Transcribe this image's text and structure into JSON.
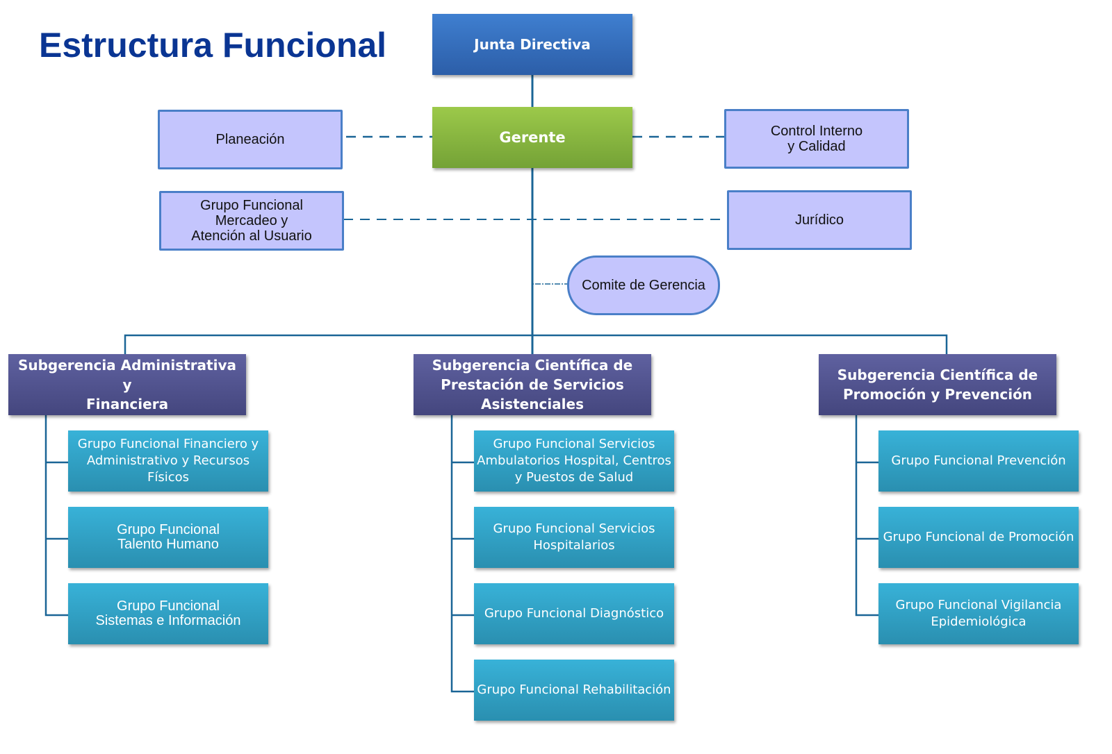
{
  "title": "Estructura Funcional",
  "colors": {
    "title": "#0a3593",
    "connector": "#1a6596",
    "top_box": "#3f7fd0",
    "manager_box": "#9cc94a",
    "staff_box": "#c4c5fd",
    "staff_border": "#4a7fc8",
    "subgerencia_box": "#55578f",
    "grupo_box": "#38b2d8"
  },
  "top": {
    "junta": "Junta Directiva",
    "gerente": "Gerente"
  },
  "staff": {
    "planeacion": "Planeación",
    "control": "Control Interno\ny Calidad",
    "mercadeo": "Grupo Funcional\nMercadeo y\nAtención al Usuario",
    "juridico": "Jurídico",
    "comite": "Comite de Gerencia"
  },
  "subgerencias": [
    {
      "label": "Subgerencia Administrativa y\nFinanciera",
      "grupos": [
        "Grupo Funcional Financiero y\nAdministrativo y Recursos\nFísicos",
        "Grupo Funcional\nTalento Humano",
        "Grupo Funcional\nSistemas e Información"
      ]
    },
    {
      "label": "Subgerencia Científica de\nPrestación de Servicios\nAsistenciales",
      "grupos": [
        "Grupo Funcional Servicios\nAmbulatorios Hospital, Centros\ny Puestos de Salud",
        "Grupo Funcional Servicios\nHospitalarios",
        "Grupo Funcional Diagnóstico",
        "Grupo Funcional Rehabilitación"
      ]
    },
    {
      "label": "Subgerencia Científica de\nPromoción y Prevención",
      "grupos": [
        "Grupo Funcional Prevención",
        "Grupo Funcional de Promoción",
        "Grupo Funcional Vigilancia\nEpidemiológica"
      ]
    }
  ]
}
